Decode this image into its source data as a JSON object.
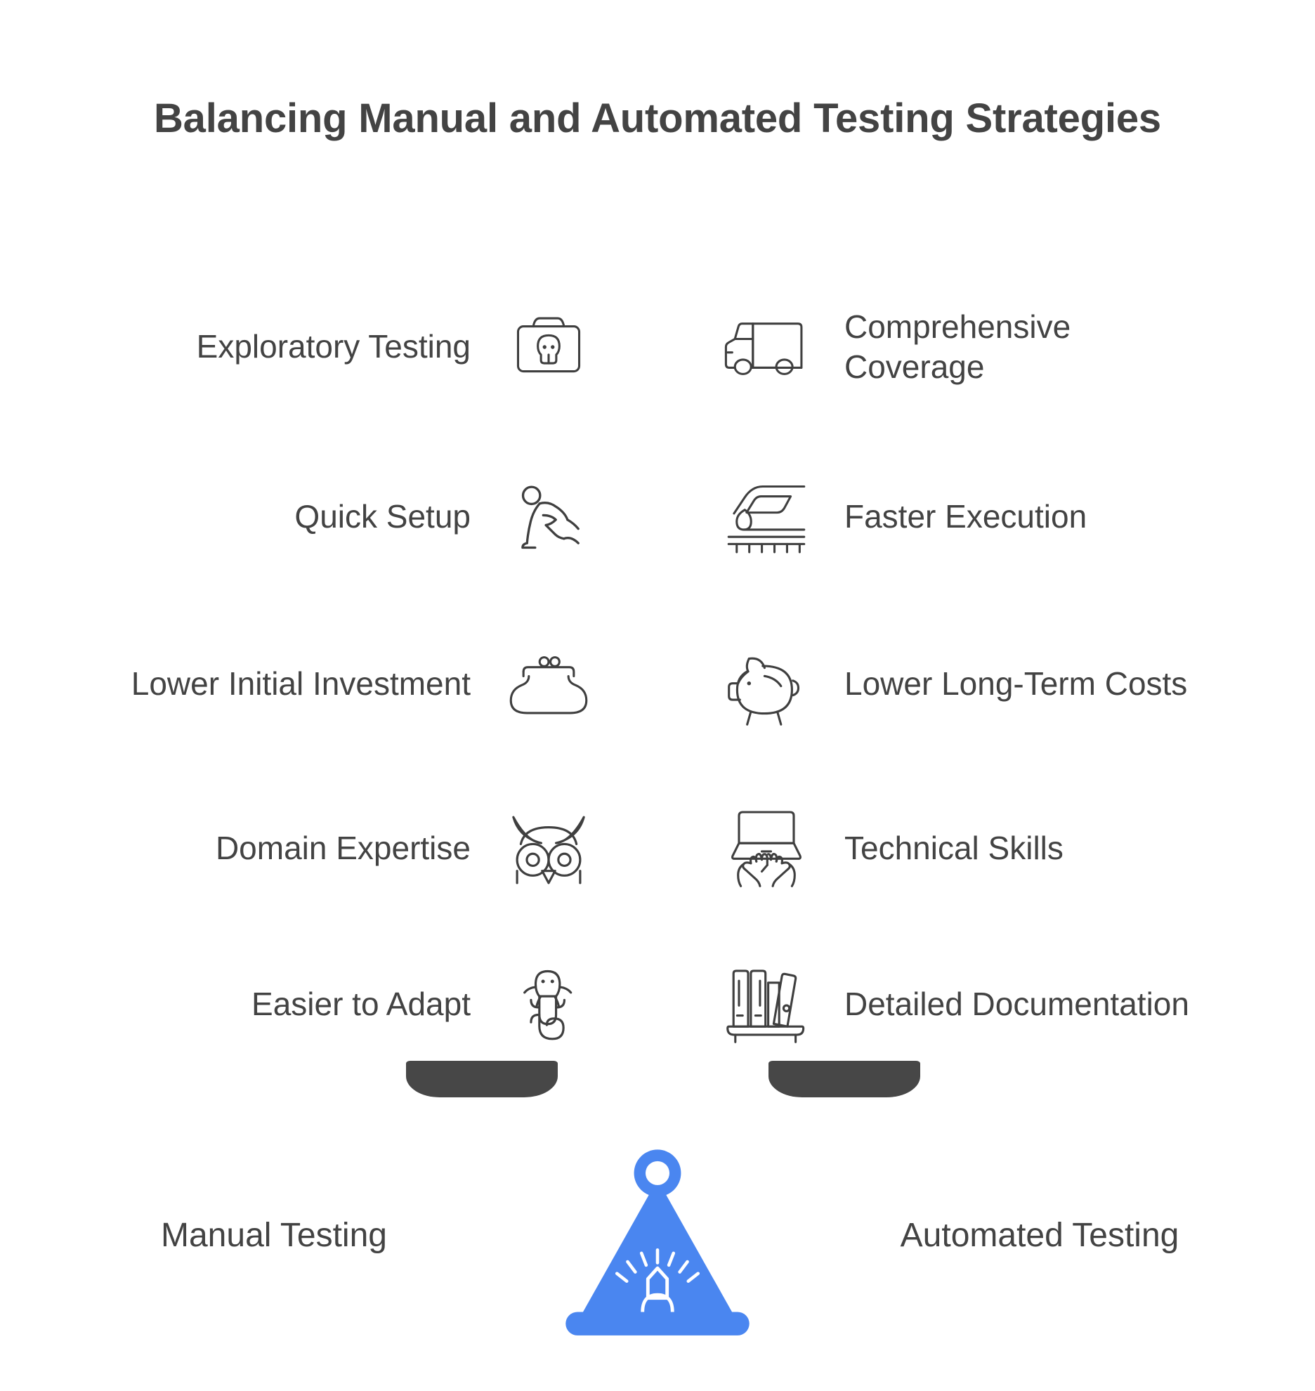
{
  "title": "Balancing Manual and Automated Testing Strategies",
  "colors": {
    "text": "#434343",
    "pan": "#474747",
    "accent_blue": "#4a86f0",
    "icon_stroke": "#3f3f3f",
    "background": "#ffffff"
  },
  "left_column": {
    "base_label": "Manual Testing",
    "items": [
      {
        "label": "Exploratory Testing",
        "icon": "first-aid-bag-skull-icon"
      },
      {
        "label": "Quick Setup",
        "icon": "sprinter-start-icon"
      },
      {
        "label": "Lower Initial Investment",
        "icon": "coin-purse-icon"
      },
      {
        "label": "Domain Expertise",
        "icon": "owl-icon"
      },
      {
        "label": "Easier to Adapt",
        "icon": "chameleon-icon"
      }
    ]
  },
  "right_column": {
    "base_label": "Automated Testing",
    "items": [
      {
        "label": "Comprehensive Coverage",
        "icon": "delivery-truck-icon"
      },
      {
        "label": "Faster Execution",
        "icon": "bullet-train-icon"
      },
      {
        "label": "Lower Long-Term Costs",
        "icon": "piggy-bank-icon"
      },
      {
        "label": "Technical Skills",
        "icon": "laptop-typing-hands-icon"
      },
      {
        "label": "Detailed Documentation",
        "icon": "bookshelf-binders-icon"
      }
    ]
  },
  "scale": {
    "left_pan": "balance-pan-left",
    "right_pan": "balance-pan-right",
    "fulcrum": "balance-fulcrum-icon"
  }
}
